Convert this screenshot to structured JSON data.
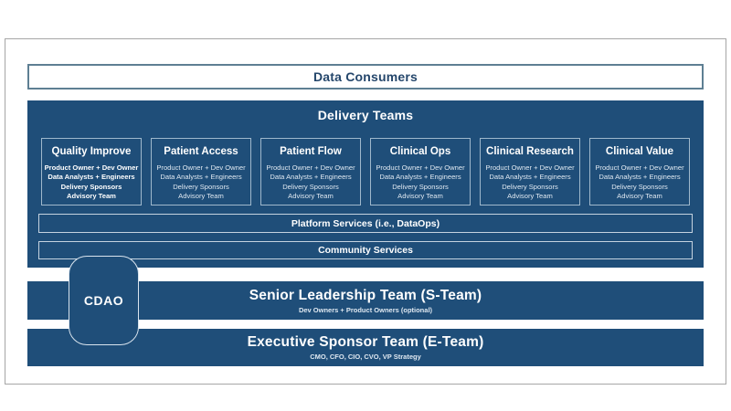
{
  "colors": {
    "navy": "#1F4E79",
    "frame-border": "#A6A6A6",
    "consumers-border": "#5E7F93",
    "consumers-text": "#24466B",
    "team-box-border": "#9FB8CC",
    "service-bar-border": "#C5D3E0",
    "body-text": "#DFE8F1",
    "cdao-border": "#D9E4EE"
  },
  "data_consumers": {
    "label": "Data Consumers"
  },
  "delivery": {
    "title": "Delivery Teams",
    "teams": [
      {
        "name": "Quality Improve",
        "lines": [
          "Product Owner + Dev Owner",
          "Data Analysts + Engineers",
          "Delivery Sponsors",
          "Advisory Team"
        ]
      },
      {
        "name": "Patient Access",
        "lines": [
          "Product Owner + Dev Owner",
          "Data Analysts + Engineers",
          "Delivery Sponsors",
          "Advisory Team"
        ]
      },
      {
        "name": "Patient Flow",
        "lines": [
          "Product Owner + Dev Owner",
          "Data Analysts + Engineers",
          "Delivery Sponsors",
          "Advisory Team"
        ]
      },
      {
        "name": "Clinical Ops",
        "lines": [
          "Product Owner + Dev Owner",
          "Data Analysts + Engineers",
          "Delivery Sponsors",
          "Advisory Team"
        ]
      },
      {
        "name": "Clinical Research",
        "lines": [
          "Product Owner + Dev Owner",
          "Data Analysts + Engineers",
          "Delivery Sponsors",
          "Advisory Team"
        ]
      },
      {
        "name": "Clinical Value",
        "lines": [
          "Product Owner + Dev Owner",
          "Data Analysts + Engineers",
          "Delivery Sponsors",
          "Advisory Team"
        ]
      }
    ],
    "platform_bar_label": "Platform Services (i.e., DataOps)",
    "community_bar_label": "Community Services"
  },
  "cdao": {
    "label": "CDAO"
  },
  "s_team": {
    "title": "Senior Leadership Team (S-Team)",
    "subtitle": "Dev Owners + Product Owners (optional)"
  },
  "e_team": {
    "title": "Executive Sponsor Team (E-Team)",
    "subtitle": "CMO, CFO, CIO, CVO, VP Strategy"
  }
}
